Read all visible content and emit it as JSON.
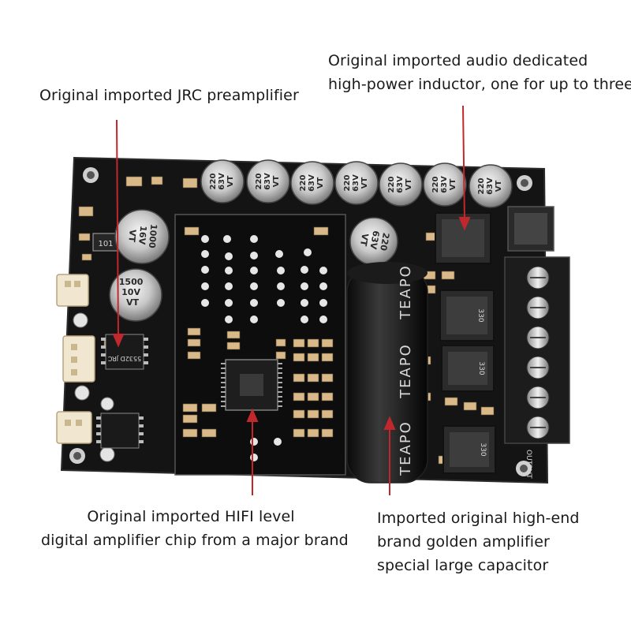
{
  "callouts": {
    "inductor": {
      "lines": [
        "Original imported audio dedicated",
        "high-power inductor, one for up to three"
      ]
    },
    "preamp": {
      "lines": [
        "Original imported JRC preamplifier"
      ]
    },
    "chip": {
      "lines": [
        "Original imported HIFI level",
        "digital amplifier chip from a major brand"
      ]
    },
    "capacitor": {
      "lines": [
        "Imported original high-end",
        "brand golden amplifier",
        "special large capacitor"
      ]
    }
  },
  "board": {
    "small_caps": [
      {
        "value": "220",
        "voltage": "63V",
        "mark": "VT"
      },
      {
        "value": "220",
        "voltage": "63V",
        "mark": "VT"
      },
      {
        "value": "220",
        "voltage": "63V",
        "mark": "VT"
      },
      {
        "value": "220",
        "voltage": "63V",
        "mark": "VT"
      },
      {
        "value": "220",
        "voltage": "63V",
        "mark": "VT"
      },
      {
        "value": "220",
        "voltage": "63V",
        "mark": "VT"
      },
      {
        "value": "220",
        "voltage": "63V",
        "mark": "VT"
      }
    ],
    "mid_cap": {
      "value": "220",
      "voltage": "63V",
      "mark": "VT"
    },
    "cap_1000": {
      "value": "1000",
      "voltage": "16V",
      "mark": "VT"
    },
    "cap_1500": {
      "value": "1500",
      "voltage": "10V",
      "mark": "VT"
    },
    "big_cap_brand": "TEAPO",
    "inductor_label": "330",
    "output_label": "OUTPUT",
    "opamp_label": "5532D JRC",
    "resistor_label": "101"
  },
  "colors": {
    "callout_line": "#c0282e",
    "pcb": "#141414",
    "terminal": "#1c1c1c"
  }
}
